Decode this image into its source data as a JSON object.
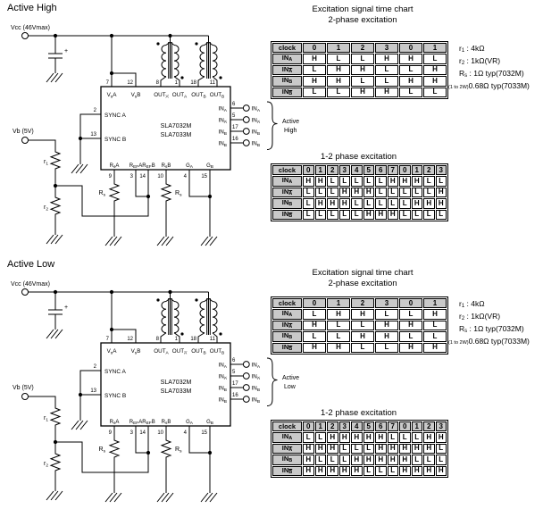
{
  "page": {
    "bg": "#ffffff",
    "line_color": "#000000",
    "table_header_bg": "#c9c9c9"
  },
  "chart_data": [
    {
      "type": "table",
      "section": "Active High",
      "title": "2-phase excitation",
      "header_label": "clock",
      "clock": [
        "0",
        "1",
        "2",
        "3",
        "0",
        "1"
      ],
      "rows": [
        {
          "base": "IN",
          "sub": "A",
          "values": [
            "H",
            "L",
            "L",
            "H",
            "H",
            "L"
          ]
        },
        {
          "base": "IN",
          "sub": "A̅",
          "values": [
            "L",
            "H",
            "H",
            "L",
            "L",
            "H"
          ]
        },
        {
          "base": "IN",
          "sub": "B",
          "values": [
            "H",
            "H",
            "L",
            "L",
            "H",
            "H"
          ]
        },
        {
          "base": "IN",
          "sub": "B̅",
          "values": [
            "L",
            "L",
            "H",
            "H",
            "L",
            "L"
          ]
        }
      ]
    },
    {
      "type": "table",
      "section": "Active High",
      "title": "1-2 phase excitation",
      "header_label": "clock",
      "clock": [
        "0",
        "1",
        "2",
        "3",
        "4",
        "5",
        "6",
        "7",
        "0",
        "1",
        "2",
        "3"
      ],
      "rows": [
        {
          "base": "IN",
          "sub": "A",
          "values": [
            "H",
            "H",
            "L",
            "L",
            "L",
            "L",
            "L",
            "H",
            "H",
            "H",
            "L",
            "L"
          ]
        },
        {
          "base": "IN",
          "sub": "A̅",
          "values": [
            "L",
            "L",
            "L",
            "H",
            "H",
            "H",
            "L",
            "L",
            "L",
            "L",
            "L",
            "H"
          ]
        },
        {
          "base": "IN",
          "sub": "B",
          "values": [
            "L",
            "H",
            "H",
            "H",
            "L",
            "L",
            "L",
            "L",
            "L",
            "H",
            "H",
            "H"
          ]
        },
        {
          "base": "IN",
          "sub": "B̅",
          "values": [
            "L",
            "L",
            "L",
            "L",
            "L",
            "H",
            "H",
            "H",
            "L",
            "L",
            "L",
            "L"
          ]
        }
      ]
    },
    {
      "type": "table",
      "section": "Active Low",
      "title": "2-phase excitation",
      "header_label": "clock",
      "clock": [
        "0",
        "1",
        "2",
        "3",
        "0",
        "1"
      ],
      "rows": [
        {
          "base": "IN",
          "sub": "A",
          "values": [
            "L",
            "H",
            "H",
            "L",
            "L",
            "H"
          ]
        },
        {
          "base": "IN",
          "sub": "A̅",
          "values": [
            "H",
            "L",
            "L",
            "H",
            "H",
            "L"
          ]
        },
        {
          "base": "IN",
          "sub": "B",
          "values": [
            "L",
            "L",
            "H",
            "H",
            "L",
            "L"
          ]
        },
        {
          "base": "IN",
          "sub": "B̅",
          "values": [
            "H",
            "H",
            "L",
            "L",
            "H",
            "H"
          ]
        }
      ]
    },
    {
      "type": "table",
      "section": "Active Low",
      "title": "1-2 phase excitation",
      "header_label": "clock",
      "clock": [
        "0",
        "1",
        "2",
        "3",
        "4",
        "5",
        "6",
        "7",
        "0",
        "1",
        "2",
        "3"
      ],
      "rows": [
        {
          "base": "IN",
          "sub": "A",
          "values": [
            "L",
            "L",
            "H",
            "H",
            "H",
            "H",
            "H",
            "L",
            "L",
            "L",
            "H",
            "H"
          ]
        },
        {
          "base": "IN",
          "sub": "A̅",
          "values": [
            "H",
            "H",
            "H",
            "L",
            "L",
            "L",
            "H",
            "H",
            "H",
            "H",
            "H",
            "L"
          ]
        },
        {
          "base": "IN",
          "sub": "B",
          "values": [
            "H",
            "L",
            "L",
            "L",
            "H",
            "H",
            "H",
            "H",
            "H",
            "L",
            "L",
            "L"
          ]
        },
        {
          "base": "IN",
          "sub": "B̅",
          "values": [
            "H",
            "H",
            "H",
            "H",
            "H",
            "L",
            "L",
            "L",
            "H",
            "H",
            "H",
            "H"
          ]
        }
      ]
    }
  ],
  "sections": [
    {
      "heading": "Active High",
      "chart_header": {
        "line1": "Excitation signal time chart",
        "line2": "2-phase excitation"
      },
      "table2_title": "1-2 phase excitation",
      "notes": {
        "l1": {
          "name": "r",
          "sub": "1",
          "val": " : 4kΩ"
        },
        "l2": {
          "name": "r",
          "sub": "2",
          "val": " : 1kΩ(VR)"
        },
        "l3": {
          "name": "R",
          "sub": "s",
          "val": " : 1Ω typ(7032M)"
        },
        "l4": {
          "pre": "(1 to 2W)",
          "val": "0.68Ω typ(7033M)"
        }
      },
      "brace": {
        "line1": "Active",
        "line2": "High"
      },
      "schematic": {
        "vcc_label": "Vcc (46Vmax)",
        "vb_label": "Vb (5V)",
        "cap_polarity": "+",
        "r1": {
          "base": "r",
          "sub": "1"
        },
        "r2": {
          "base": "r",
          "sub": "2"
        },
        "rs_left": {
          "base": "R",
          "sub": "s"
        },
        "rs_right": {
          "base": "R",
          "sub": "s"
        },
        "chip": {
          "line1": "SLA7032M",
          "line2": "SLA7033M"
        },
        "sync_a": {
          "pin": "2",
          "label": "SYNC A"
        },
        "sync_b": {
          "pin": "13",
          "label": "SYNC B"
        },
        "top_pins": [
          {
            "n": "7",
            "base": "V",
            "sub": "s",
            "tail": "A"
          },
          {
            "n": "12",
            "base": "V",
            "sub": "s",
            "tail": "B"
          },
          {
            "n": "8",
            "base": "OUT",
            "sub": "A̅",
            "tail": ""
          },
          {
            "n": "1",
            "base": "OUT",
            "sub": "A",
            "tail": ""
          },
          {
            "n": "18",
            "base": "OUT",
            "sub": "B̅",
            "tail": ""
          },
          {
            "n": "11",
            "base": "OUT",
            "sub": "B",
            "tail": ""
          }
        ],
        "right_pins": [
          {
            "n": "6",
            "base": "IN",
            "sub": "A"
          },
          {
            "n": "5",
            "base": "IN",
            "sub": "A̅"
          },
          {
            "n": "17",
            "base": "IN",
            "sub": "B"
          },
          {
            "n": "16",
            "base": "IN",
            "sub": "B̅"
          }
        ],
        "bottom_pins": [
          {
            "n": "9",
            "base": "R",
            "sub": "s",
            "tail": "A"
          },
          {
            "n": "3",
            "base": "R",
            "sub": "EF",
            "tail": "A"
          },
          {
            "n": "14",
            "base": "R",
            "sub": "EF",
            "tail": "B"
          },
          {
            "n": "10",
            "base": "R",
            "sub": "s",
            "tail": "B"
          },
          {
            "n": "4",
            "base": "G",
            "sub": "A",
            "tail": ""
          },
          {
            "n": "15",
            "base": "G",
            "sub": "B",
            "tail": ""
          }
        ]
      }
    },
    {
      "heading": "Active Low",
      "chart_header": {
        "line1": "Excitation signal time chart",
        "line2": "2-phase excitation"
      },
      "table2_title": "1-2 phase excitation",
      "notes": {
        "l1": {
          "name": "r",
          "sub": "1",
          "val": " : 4kΩ"
        },
        "l2": {
          "name": "r",
          "sub": "2",
          "val": " : 1kΩ(VR)"
        },
        "l3": {
          "name": "R",
          "sub": "s",
          "val": " : 1Ω typ(7032M)"
        },
        "l4": {
          "pre": "(1 to 2W)",
          "val": "0.68Ω typ(7033M)"
        }
      },
      "brace": {
        "line1": "Active",
        "line2": "Low"
      },
      "schematic": {
        "vcc_label": "Vcc (46Vmax)",
        "vb_label": "Vb (5V)",
        "cap_polarity": "+",
        "r1": {
          "base": "r",
          "sub": "1"
        },
        "r2": {
          "base": "r",
          "sub": "2"
        },
        "rs_left": {
          "base": "R",
          "sub": "s"
        },
        "rs_right": {
          "base": "R",
          "sub": "s"
        },
        "chip": {
          "line1": "SLA7032M",
          "line2": "SLA7033M"
        },
        "sync_a": {
          "pin": "2",
          "label": "SYNC A"
        },
        "sync_b": {
          "pin": "13",
          "label": "SYNC B"
        },
        "top_pins": [
          {
            "n": "7",
            "base": "V",
            "sub": "s",
            "tail": "A"
          },
          {
            "n": "12",
            "base": "V",
            "sub": "s",
            "tail": "B"
          },
          {
            "n": "8",
            "base": "OUT",
            "sub": "A",
            "tail": ""
          },
          {
            "n": "1",
            "base": "OUT",
            "sub": "A̅",
            "tail": ""
          },
          {
            "n": "18",
            "base": "OUT",
            "sub": "B",
            "tail": ""
          },
          {
            "n": "11",
            "base": "OUT",
            "sub": "B̅",
            "tail": ""
          }
        ],
        "right_pins": [
          {
            "n": "6",
            "base": "IN",
            "sub": "A"
          },
          {
            "n": "5",
            "base": "IN",
            "sub": "A̅"
          },
          {
            "n": "17",
            "base": "IN",
            "sub": "B"
          },
          {
            "n": "16",
            "base": "IN",
            "sub": "B̅"
          }
        ],
        "bottom_pins": [
          {
            "n": "9",
            "base": "R",
            "sub": "s",
            "tail": "A"
          },
          {
            "n": "3",
            "base": "R",
            "sub": "EF",
            "tail": "A"
          },
          {
            "n": "14",
            "base": "R",
            "sub": "EF",
            "tail": "B"
          },
          {
            "n": "10",
            "base": "R",
            "sub": "s",
            "tail": "B"
          },
          {
            "n": "4",
            "base": "G",
            "sub": "A",
            "tail": ""
          },
          {
            "n": "15",
            "base": "G",
            "sub": "B",
            "tail": ""
          }
        ]
      }
    }
  ]
}
